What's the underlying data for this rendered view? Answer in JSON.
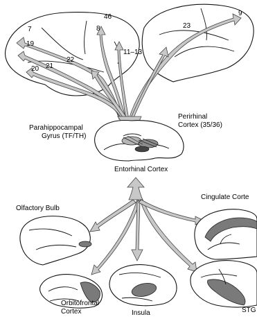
{
  "diagram": {
    "top_area_numbers": [
      "46",
      "9",
      "8",
      "7",
      "23",
      "19",
      "22",
      "11–13",
      "20",
      "21"
    ],
    "labels": {
      "parahippocampal": [
        "Parahippocampal",
        "Gyrus (TF/TH)"
      ],
      "perirhinal": [
        "Perirhinal",
        "Cortex (35/36)"
      ],
      "entorhinal": "Entorhinal Cortex",
      "olfactory": "Olfactory Bulb",
      "cingulate": "Cingulate Corte",
      "orbitofrontal": [
        "Orbitofrontal",
        "Cortex"
      ],
      "insula": "Insula",
      "stg": "STG"
    },
    "colors": {
      "arrow_fill": "#c8c8c8",
      "target_area_fill": "#7a7a7a"
    }
  }
}
